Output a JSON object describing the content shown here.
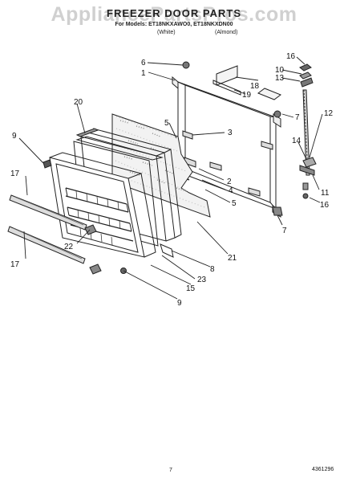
{
  "header": {
    "watermark": "AppliancePartsPros.com",
    "title": "FREEZER DOOR PARTS",
    "subtitle": "For Models: ET18NKXAWO0, ET18NKXDN00",
    "variant_left": "(White)",
    "variant_right": "(Almond)"
  },
  "footer": {
    "page_number": "7",
    "document_number": "4361296"
  },
  "callouts": {
    "c1": "1",
    "c2": "2",
    "c3": "3",
    "c4": "4",
    "c5a": "5",
    "c5b": "5",
    "c6": "6",
    "c7a": "7",
    "c7b": "7",
    "c8": "8",
    "c9a": "9",
    "c9b": "9",
    "c10": "10",
    "c11": "11",
    "c12": "12",
    "c13": "13",
    "c14": "14",
    "c15": "15",
    "c16a": "16",
    "c16b": "16",
    "c17a": "17",
    "c17b": "17",
    "c18": "18",
    "c19": "19",
    "c20": "20",
    "c21": "21",
    "c22": "22",
    "c23": "23"
  }
}
